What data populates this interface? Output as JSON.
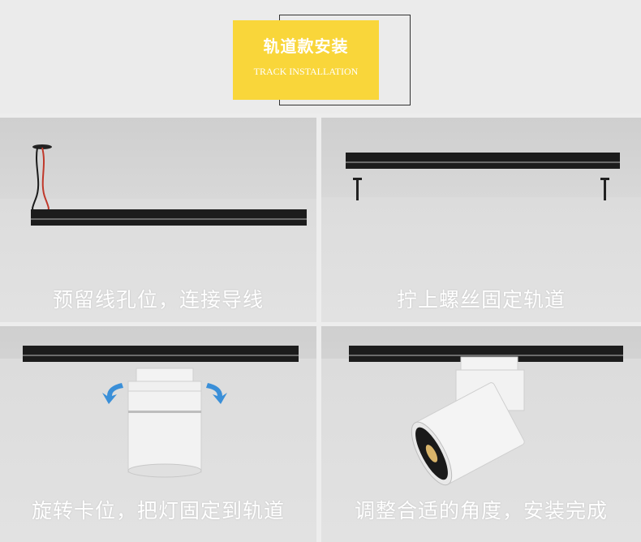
{
  "header": {
    "title_cn": "轨道款安装",
    "title_en": "TRACK INSTALLATION"
  },
  "steps": [
    {
      "caption": "预留线孔位，连接导线"
    },
    {
      "caption": "拧上螺丝固定轨道"
    },
    {
      "caption": "旋转卡位，把灯固定到轨道"
    },
    {
      "caption": "调整合适的角度，安装完成"
    }
  ],
  "colors": {
    "title_bg": "#f9d63a",
    "track": "#1c1c1c",
    "arrow_blue": "#3a8fd8"
  }
}
